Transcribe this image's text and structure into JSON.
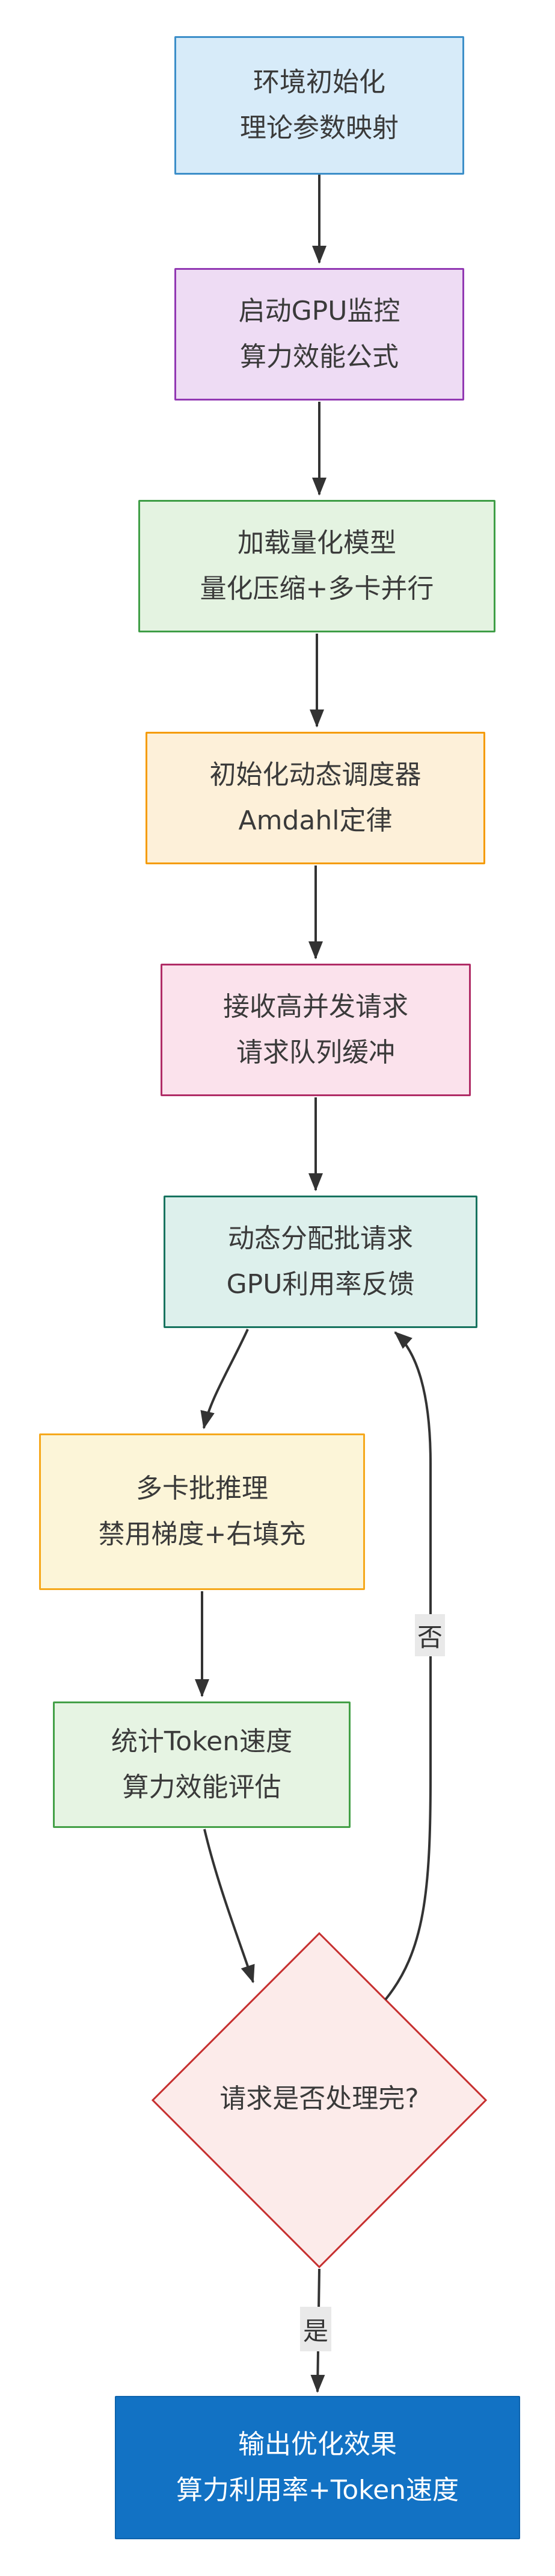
{
  "diagram": {
    "type": "flowchart",
    "direction": "top-down",
    "background": "#ffffff"
  },
  "style": {
    "edge_color": "#333333",
    "edge_width": 4,
    "label_bg": "#e9e9e9",
    "edge_label_text": "#333333",
    "node_text_color": "#3a3a3a"
  },
  "nodes": [
    {
      "id": "env-init",
      "shape": "rect",
      "lines": [
        "环境初始化",
        "理论参数映射"
      ],
      "fill": "#d7ebf9",
      "border": "#3d8fc9"
    },
    {
      "id": "gpu-monitor",
      "shape": "rect",
      "lines": [
        "启动GPU监控",
        "算力效能公式"
      ],
      "fill": "#eedcf4",
      "border": "#9239b3"
    },
    {
      "id": "load-quant-model",
      "shape": "rect",
      "lines": [
        "加载量化模型",
        "量化压缩+多卡并行"
      ],
      "fill": "#e4f3e1",
      "border": "#3f9e47"
    },
    {
      "id": "init-scheduler",
      "shape": "rect",
      "lines": [
        "初始化动态调度器",
        "Amdahl定律"
      ],
      "fill": "#fdf0d9",
      "border": "#f59b00"
    },
    {
      "id": "receive-requests",
      "shape": "rect",
      "lines": [
        "接收高并发请求",
        "请求队列缓冲"
      ],
      "fill": "#fbe2ec",
      "border": "#b02c66"
    },
    {
      "id": "dispatch-batch",
      "shape": "rect",
      "lines": [
        "动态分配批请求",
        "GPU利用率反馈"
      ],
      "fill": "#ddf0ec",
      "border": "#17735f"
    },
    {
      "id": "multi-gpu-inference",
      "shape": "rect",
      "lines": [
        "多卡批推理",
        "禁用梯度+右填充"
      ],
      "fill": "#fcf5d8",
      "border": "#f6a81c"
    },
    {
      "id": "token-stats",
      "shape": "rect",
      "lines": [
        "统计Token速度",
        "算力效能评估"
      ],
      "fill": "#e6f4e3",
      "border": "#43a047"
    },
    {
      "id": "decision",
      "shape": "diamond",
      "lines": [
        "请求是否处理完?"
      ],
      "fill": "#fcebea",
      "border": "#c62f2f"
    },
    {
      "id": "output",
      "shape": "rect",
      "lines": [
        "输出优化效果",
        "算力利用率+Token速度"
      ],
      "fill": "#1272c4",
      "border": "#0d63ad",
      "text": "#ffffff"
    }
  ],
  "edge_labels": {
    "no_label": "否",
    "yes_label": "是"
  }
}
